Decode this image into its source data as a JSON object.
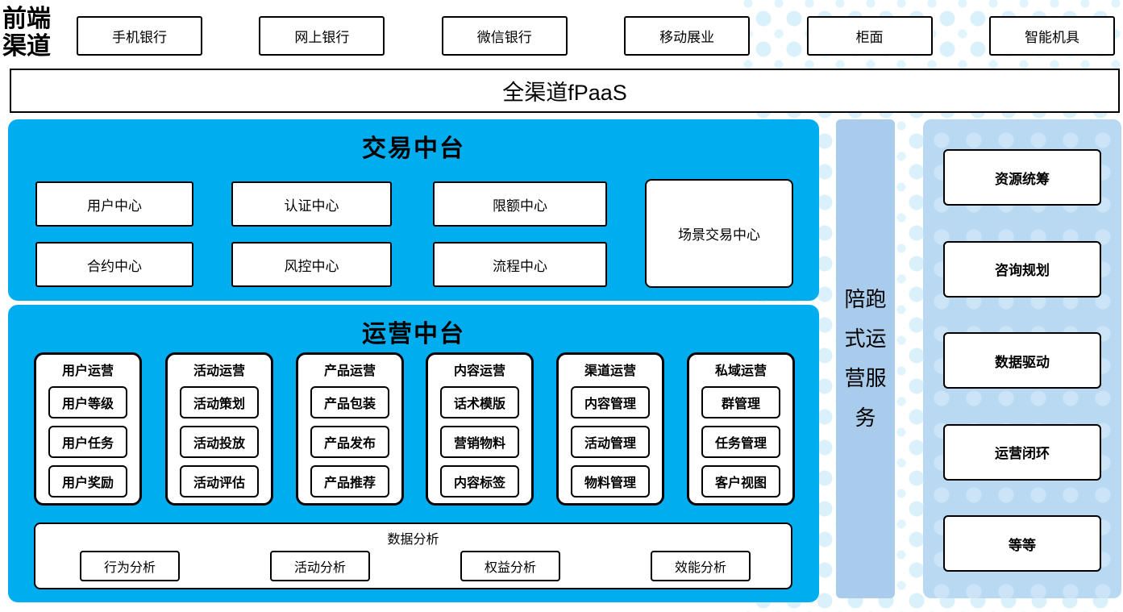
{
  "colors": {
    "cyan": "#00aeef",
    "sidebar_blue": "#a9ccec",
    "panel_blue": "#b9d8f1",
    "dot_blue": "#daf1fb",
    "border": "#000000"
  },
  "front": {
    "label": "前端渠道",
    "items": [
      "手机银行",
      "网上银行",
      "微信银行",
      "移动展业",
      "柜面",
      "智能机具"
    ]
  },
  "fpaas": {
    "label": "全渠道fPaaS"
  },
  "trade": {
    "title": "交易中台",
    "row1": [
      "用户中心",
      "认证中心",
      "限额中心"
    ],
    "row2": [
      "合约中心",
      "风控中心",
      "流程中心"
    ],
    "side": "场景交易中心"
  },
  "ops": {
    "title": "运营中台",
    "groups": [
      {
        "title": "用户运营",
        "items": [
          "用户等级",
          "用户任务",
          "用户奖励"
        ]
      },
      {
        "title": "活动运营",
        "items": [
          "活动策划",
          "活动投放",
          "活动评估"
        ]
      },
      {
        "title": "产品运营",
        "items": [
          "产品包装",
          "产品发布",
          "产品推荐"
        ]
      },
      {
        "title": "内容运营",
        "items": [
          "话术模版",
          "营销物料",
          "内容标签"
        ]
      },
      {
        "title": "渠道运营",
        "items": [
          "内容管理",
          "活动管理",
          "物料管理"
        ]
      },
      {
        "title": "私域运营",
        "items": [
          "群管理",
          "任务管理",
          "客户视图"
        ]
      }
    ],
    "analysis": {
      "title": "数据分析",
      "items": [
        "行为分析",
        "活动分析",
        "权益分析",
        "效能分析"
      ]
    }
  },
  "sidebar": {
    "label": "陪跑式运营服务"
  },
  "panel": {
    "items": [
      "资源统筹",
      "咨询规划",
      "数据驱动",
      "运营闭环",
      "等等"
    ]
  }
}
